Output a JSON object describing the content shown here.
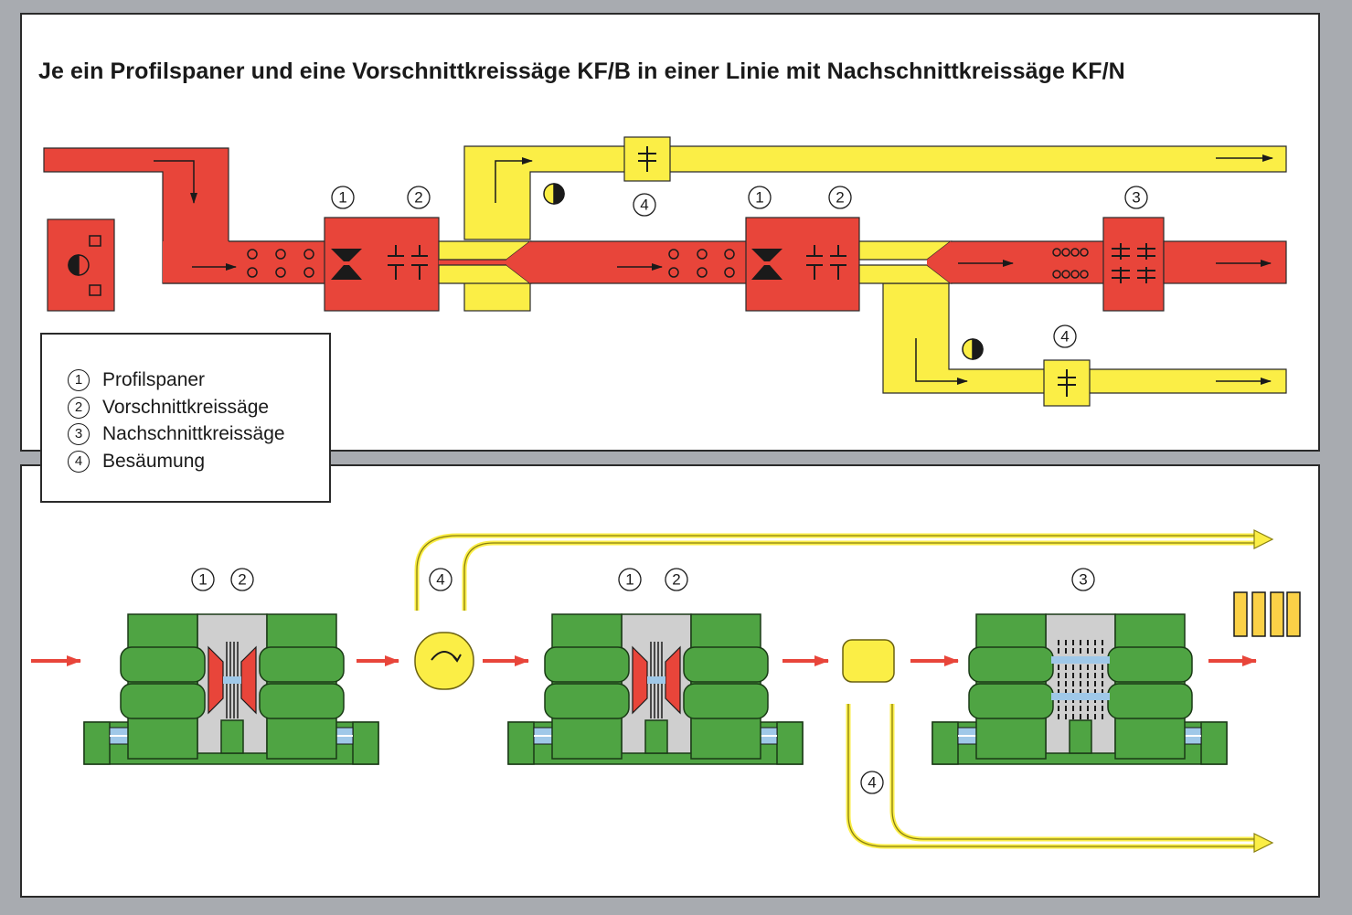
{
  "title": "Je ein Profilspaner und eine Vorschnittkreissäge KF/B in einer Linie mit Nachschnittkreissäge KF/N",
  "legend": [
    {
      "num": "1",
      "text": "Profilspaner"
    },
    {
      "num": "2",
      "text": "Vorschnittkreissäge"
    },
    {
      "num": "3",
      "text": "Nachschnittkreissäge"
    },
    {
      "num": "4",
      "text": "Besäumung"
    }
  ],
  "markers": {
    "one": "1",
    "two": "2",
    "three": "3",
    "four": "4"
  },
  "colors": {
    "red": "#e8453a",
    "yellow": "#fbee46",
    "green": "#4fa443",
    "gray": "#cfcfcf",
    "blue": "#9fc8e8",
    "dark": "#1a1a1a"
  }
}
